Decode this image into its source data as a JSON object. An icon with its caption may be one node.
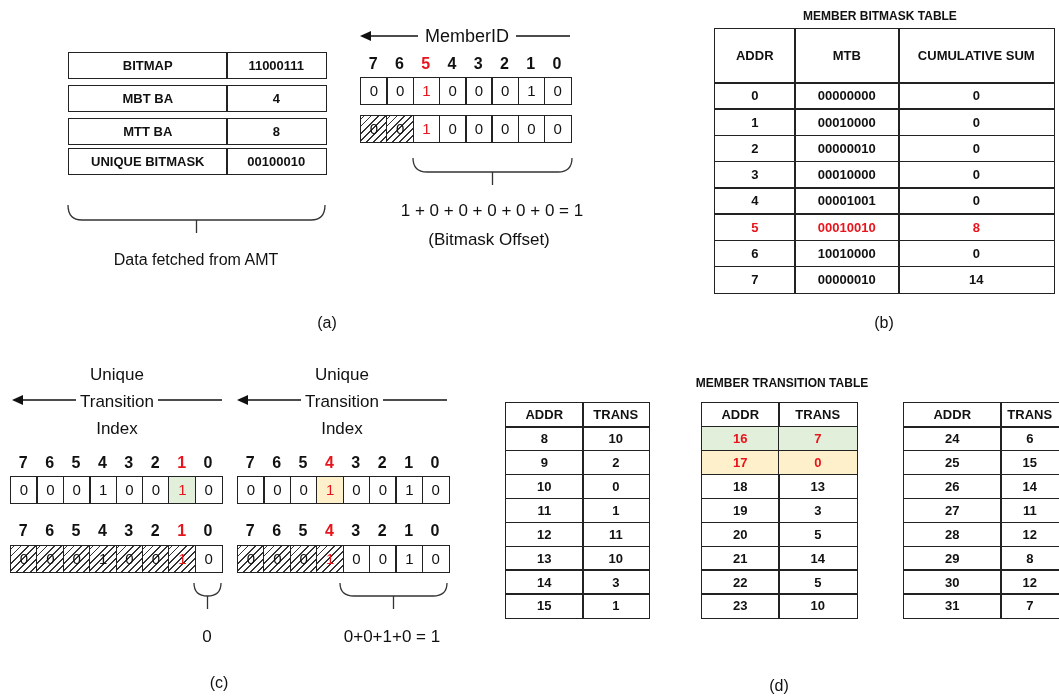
{
  "diagram": {
    "labels": [
      "BITMAP",
      "11000111",
      "MBT BA",
      "4",
      "MTT BA",
      "8",
      "UNIQUE BITMASK",
      "00100010",
      "MemberID",
      "7",
      "6",
      "5",
      "4",
      "3",
      "2",
      "1",
      "0",
      "0",
      "0",
      "1",
      "0",
      "0",
      "0",
      "1",
      "0",
      "0",
      "0",
      "1",
      "0",
      "0",
      "0",
      "0",
      "0",
      "Data fetched from AMT",
      "1 + 0 + 0 + 0 + 0 + 0 = 1",
      "(Bitmask Offset)",
      "(a)",
      "MEMBER BITMASK TABLE",
      "ADDR",
      "MTB",
      "CUMULATIVE SUM",
      "0",
      "00000000",
      "0",
      "1",
      "00010000",
      "0",
      "2",
      "00000010",
      "0",
      "3",
      "00010000",
      "0",
      "4",
      "00001001",
      "0",
      "5",
      "00010010",
      "8",
      "6",
      "10010000",
      "0",
      "7",
      "00000010",
      "14",
      "(b)",
      "Unique Transition Index",
      "Unique Transition Index",
      "7",
      "6",
      "5",
      "4",
      "3",
      "2",
      "1",
      "0",
      "0",
      "0",
      "0",
      "1",
      "0",
      "0",
      "1",
      "0",
      "7",
      "6",
      "5",
      "4",
      "3",
      "2",
      "1",
      "0",
      "0",
      "0",
      "0",
      "1",
      "0",
      "0",
      "1",
      "0",
      "7",
      "6",
      "5",
      "4",
      "3",
      "2",
      "1",
      "0",
      "0",
      "0",
      "0",
      "1",
      "0",
      "0",
      "1",
      "0",
      "7",
      "6",
      "5",
      "4",
      "3",
      "2",
      "1",
      "0",
      "0",
      "0",
      "0",
      "1",
      "0",
      "0",
      "1",
      "0",
      "0",
      "0+0+1+0 = 1",
      "(c)",
      "MEMBER TRANSITION TABLE",
      "ADDR",
      "TRANS",
      "8",
      "10",
      "9",
      "2",
      "10",
      "0",
      "11",
      "1",
      "12",
      "11",
      "13",
      "10",
      "14",
      "3",
      "15",
      "1",
      "ADDR",
      "TRANS",
      "16",
      "7",
      "17",
      "0",
      "18",
      "13",
      "19",
      "3",
      "20",
      "5",
      "21",
      "14",
      "22",
      "5",
      "23",
      "10",
      "ADDR",
      "TRANS",
      "24",
      "6",
      "25",
      "15",
      "26",
      "14",
      "27",
      "11",
      "28",
      "12",
      "29",
      "8",
      "30",
      "12",
      "31",
      "7",
      "(d)"
    ]
  }
}
